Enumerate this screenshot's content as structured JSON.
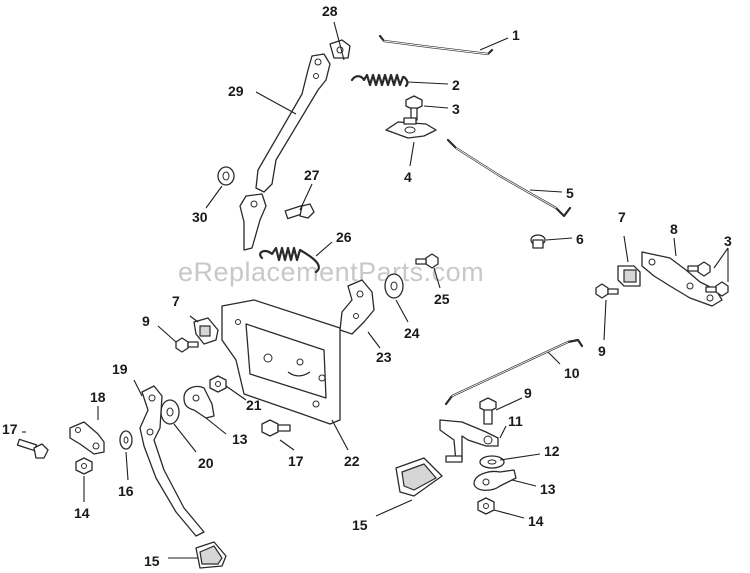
{
  "watermark": "eReplacementParts.com",
  "callouts": {
    "c1": "1",
    "c2": "2",
    "c3a": "3",
    "c3b": "3",
    "c4": "4",
    "c5": "5",
    "c6": "6",
    "c7a": "7",
    "c7b": "7",
    "c8": "8",
    "c9a": "9",
    "c9b": "9",
    "c9c": "9",
    "c10": "10",
    "c11": "11",
    "c12": "12",
    "c13a": "13",
    "c13b": "13",
    "c14a": "14",
    "c14b": "14",
    "c15a": "15",
    "c15b": "15",
    "c16": "16",
    "c17a": "17",
    "c17b": "17",
    "c18": "18",
    "c19": "19",
    "c20": "20",
    "c21": "21",
    "c22": "22",
    "c23": "23",
    "c24": "24",
    "c25": "25",
    "c26": "26",
    "c27": "27",
    "c28": "28",
    "c29": "29",
    "c30": "30"
  }
}
